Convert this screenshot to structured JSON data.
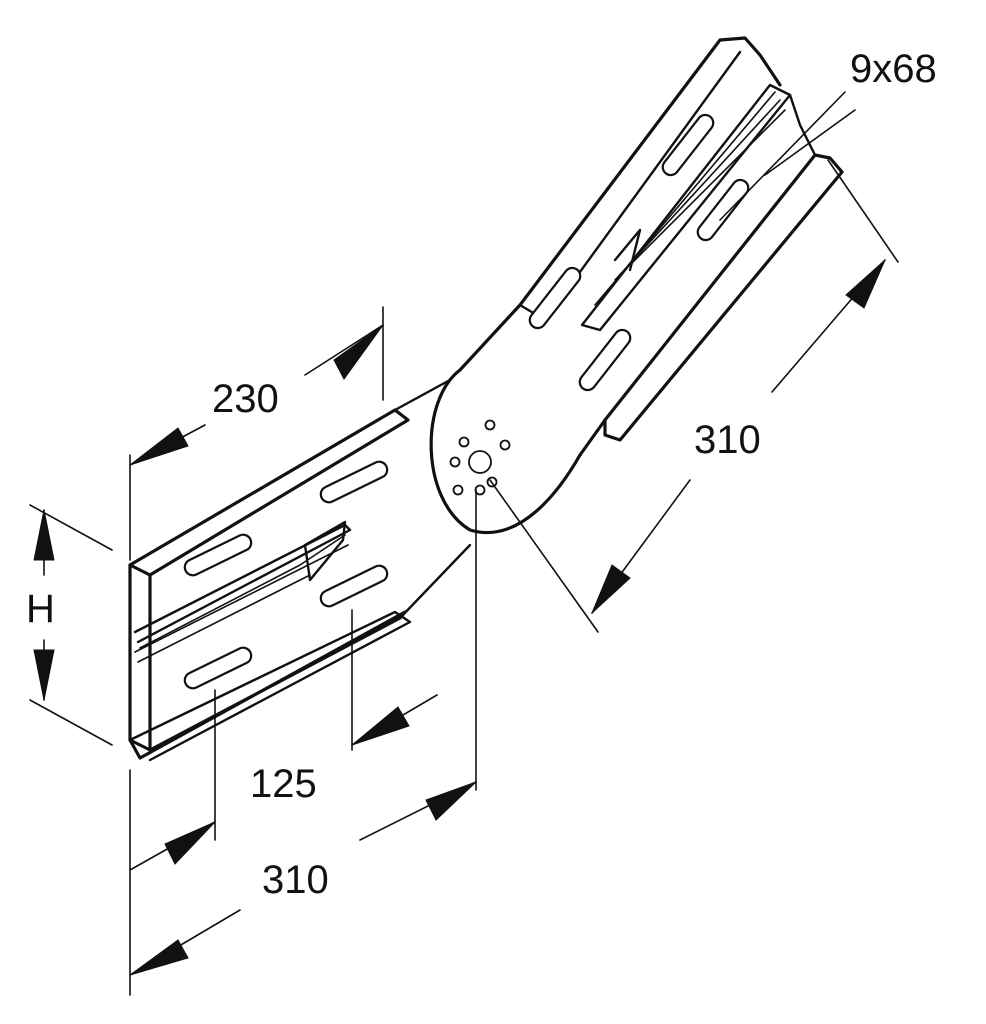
{
  "colors": {
    "line": "#111111",
    "background": "#ffffff"
  },
  "labels": {
    "dim_230": "230",
    "dim_H": "H",
    "dim_125": "125",
    "dim_310_bottom": "310",
    "dim_310_right": "310",
    "dim_slot": "9x68"
  }
}
